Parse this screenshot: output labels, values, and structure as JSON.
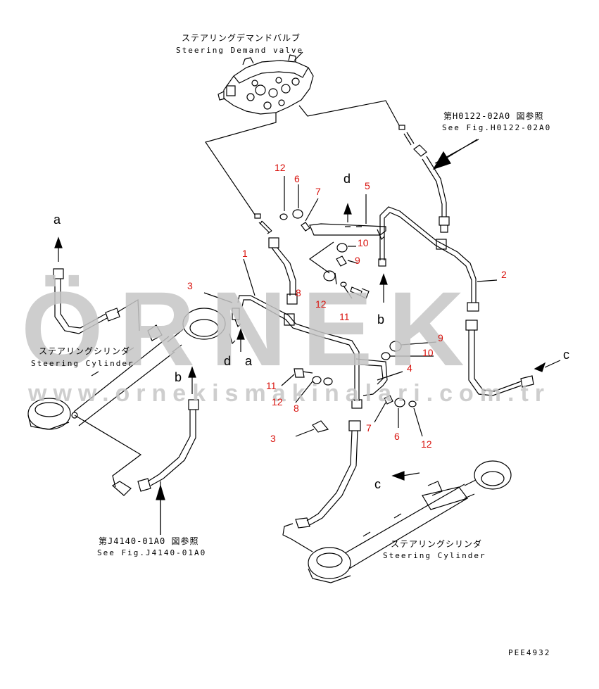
{
  "labels": {
    "demand_valve_jp": "ステアリングデマンドバルブ",
    "demand_valve_en": "Steering Demand valve",
    "ref_top_jp": "第H0122-02A0 図参照",
    "ref_top_en": "See Fig.H0122-02A0",
    "ref_bottom_jp": "第J4140-01A0 図参照",
    "ref_bottom_en": "See Fig.J4140-01A0",
    "cyl_left_jp": "ステアリングシリンダ",
    "cyl_left_en": "Steering Cylinder",
    "cyl_right_jp": "ステアリングシリンダ",
    "cyl_right_en": "Steering Cylinder",
    "doc_code": "PEE4932"
  },
  "part_numbers": [
    "1",
    "2",
    "3",
    "3",
    "4",
    "5",
    "6",
    "6",
    "7",
    "7",
    "8",
    "8",
    "9",
    "9",
    "10",
    "10",
    "11",
    "11",
    "12",
    "12",
    "12",
    "12"
  ],
  "connection_letters": [
    "a",
    "a",
    "b",
    "b",
    "c",
    "c",
    "d",
    "d"
  ],
  "watermark": {
    "brand": "ÖRNEK",
    "url": "www.ornekismakinalari.com.tr"
  }
}
